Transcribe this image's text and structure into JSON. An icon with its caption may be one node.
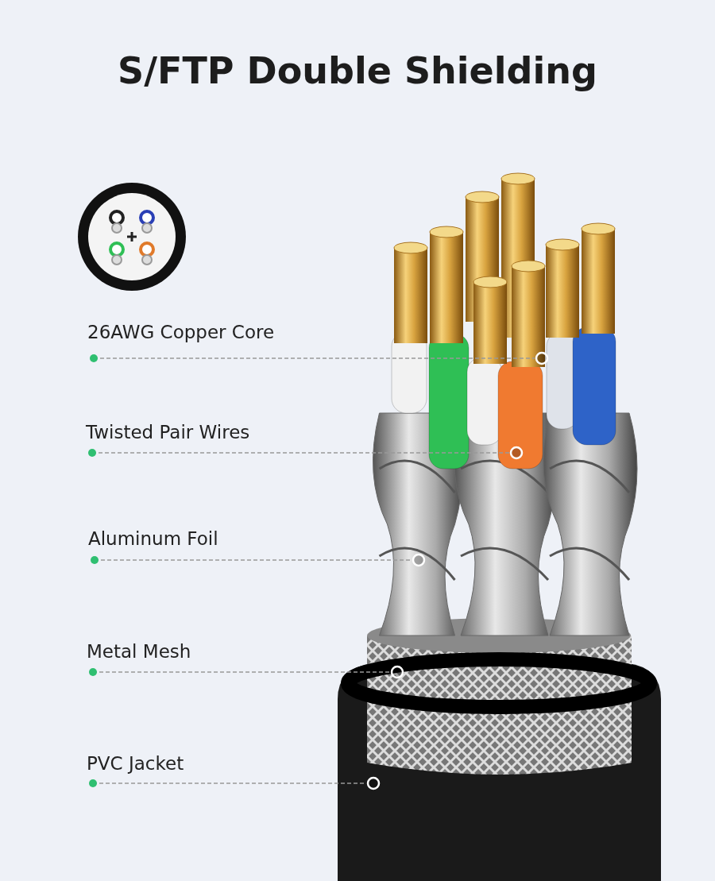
{
  "diagram": {
    "title": "S/FTP Double Shielding",
    "nodes": [
      {
        "text": [
          "26AWG Copper Core"
        ]
      },
      {
        "text": [
          "Twisted Pair Wires"
        ]
      },
      {
        "text": [
          "Aluminum Foil"
        ]
      },
      {
        "text": [
          "Metal Mesh"
        ]
      },
      {
        "text": [
          "PVC Jacket"
        ]
      },
      {
        "text": [],
        "shape": "circle"
      },
      {
        "text": [],
        "shape": "circle"
      },
      {
        "text": [],
        "shape": "circle"
      },
      {
        "text": [],
        "shape": "circle"
      },
      {
        "text": [],
        "shape": "circle"
      }
    ],
    "edges": [
      {
        "from": 0,
        "to": 5,
        "arrow": "other",
        "style": "dashed"
      },
      {
        "from": 1,
        "to": 6,
        "arrow": "other",
        "style": "dashed"
      },
      {
        "from": 2,
        "to": 7,
        "arrow": "other",
        "style": "dashed"
      },
      {
        "from": 3,
        "to": 8,
        "arrow": "other",
        "style": "dashed"
      },
      {
        "from": 4,
        "to": 9,
        "arrow": "other",
        "style": "dashed"
      }
    ]
  }
}
